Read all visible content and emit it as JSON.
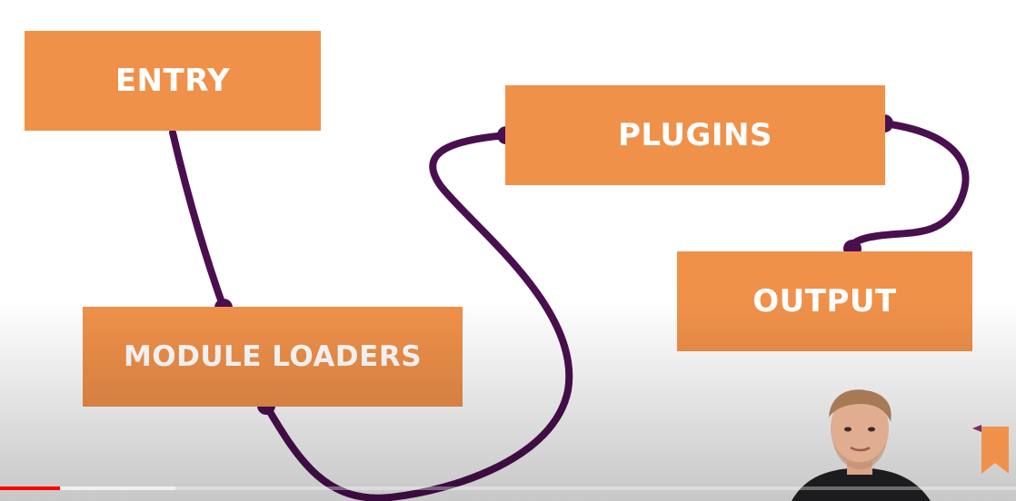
{
  "diagram": {
    "boxes": {
      "entry": "ENTRY",
      "plugins": "PLUGINS",
      "output": "OUTPUT",
      "module_loaders": "MODULE LOADERS"
    },
    "colors": {
      "box_fill": "#f0914a",
      "box_text": "#ffffff",
      "connector": "#4a0f4f"
    }
  },
  "video": {
    "progress_played": 0.059,
    "progress_buffered": 0.173,
    "progress_color": "#ff0000",
    "channel_logo_icon": "bookmark-logo-icon",
    "presenter": "presenter-webcam"
  }
}
